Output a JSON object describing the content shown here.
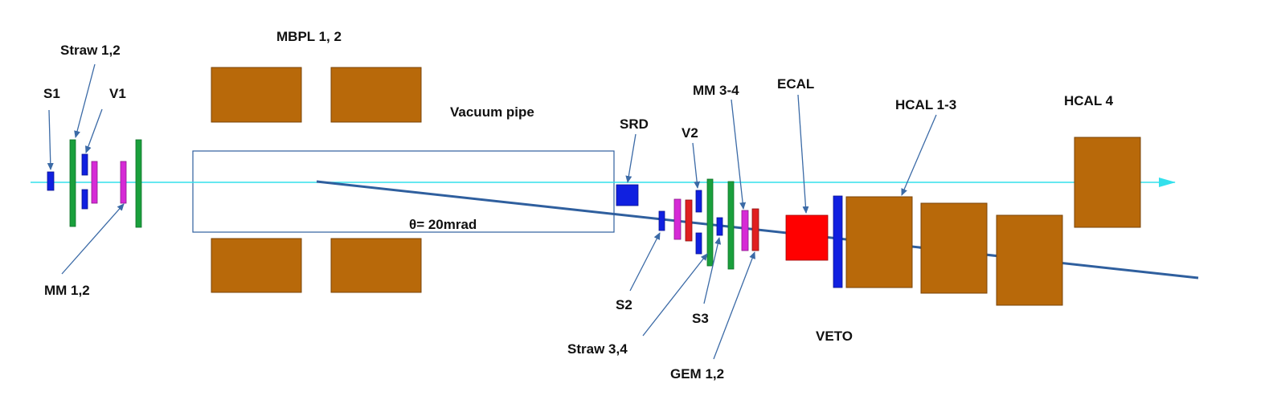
{
  "colors": {
    "beam": "#33e0ec",
    "track": "#2f5f9e",
    "pointer": "#3b6aa6",
    "magnet": "#b8690a",
    "magnet_edge": "#7a4408",
    "straw": "#1aa03c",
    "scint": "#1020e0",
    "micromegas": "#d62ad6",
    "gem": "#e02020",
    "ecal": "#ff0000",
    "pipe_edge": "#2f5f9e"
  },
  "labels": {
    "s1": "S1",
    "straw12": "Straw 1,2",
    "v1": "V1",
    "mbpl": "MBPL 1, 2",
    "vacuum_pipe": "Vacuum pipe",
    "angle": "θ= 20mrad",
    "mm12": "MM 1,2",
    "srd": "SRD",
    "v2": "V2",
    "mm34": "MM 3-4",
    "ecal": "ECAL",
    "hcal13": "HCAL 1-3",
    "hcal4": "HCAL 4",
    "s2": "S2",
    "straw34": "Straw 3,4",
    "s3": "S3",
    "gem12": "GEM 1,2",
    "veto": "VETO"
  }
}
